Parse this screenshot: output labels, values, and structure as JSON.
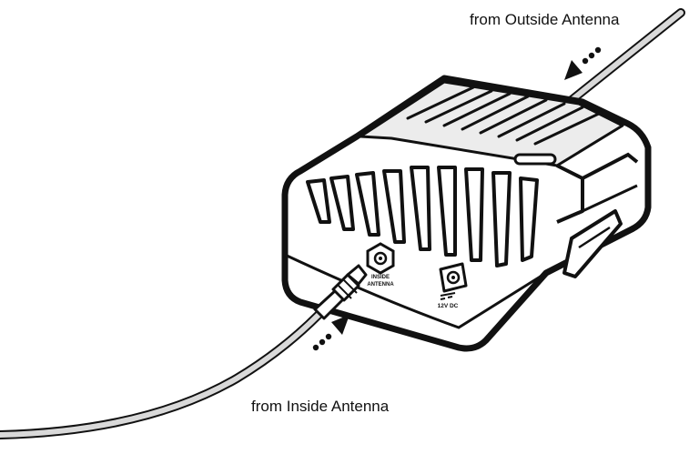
{
  "labels": {
    "from_outside": "from Outside Antenna",
    "from_inside": "from Inside Antenna"
  },
  "device": {
    "port_label_line1": "INSIDE",
    "port_label_line2": "ANTENNA",
    "power_label": "12V DC"
  },
  "colors": {
    "ink": "#111111",
    "cable_body": "#d9d9d9",
    "top_panel": "#ececec",
    "background": "#ffffff"
  }
}
